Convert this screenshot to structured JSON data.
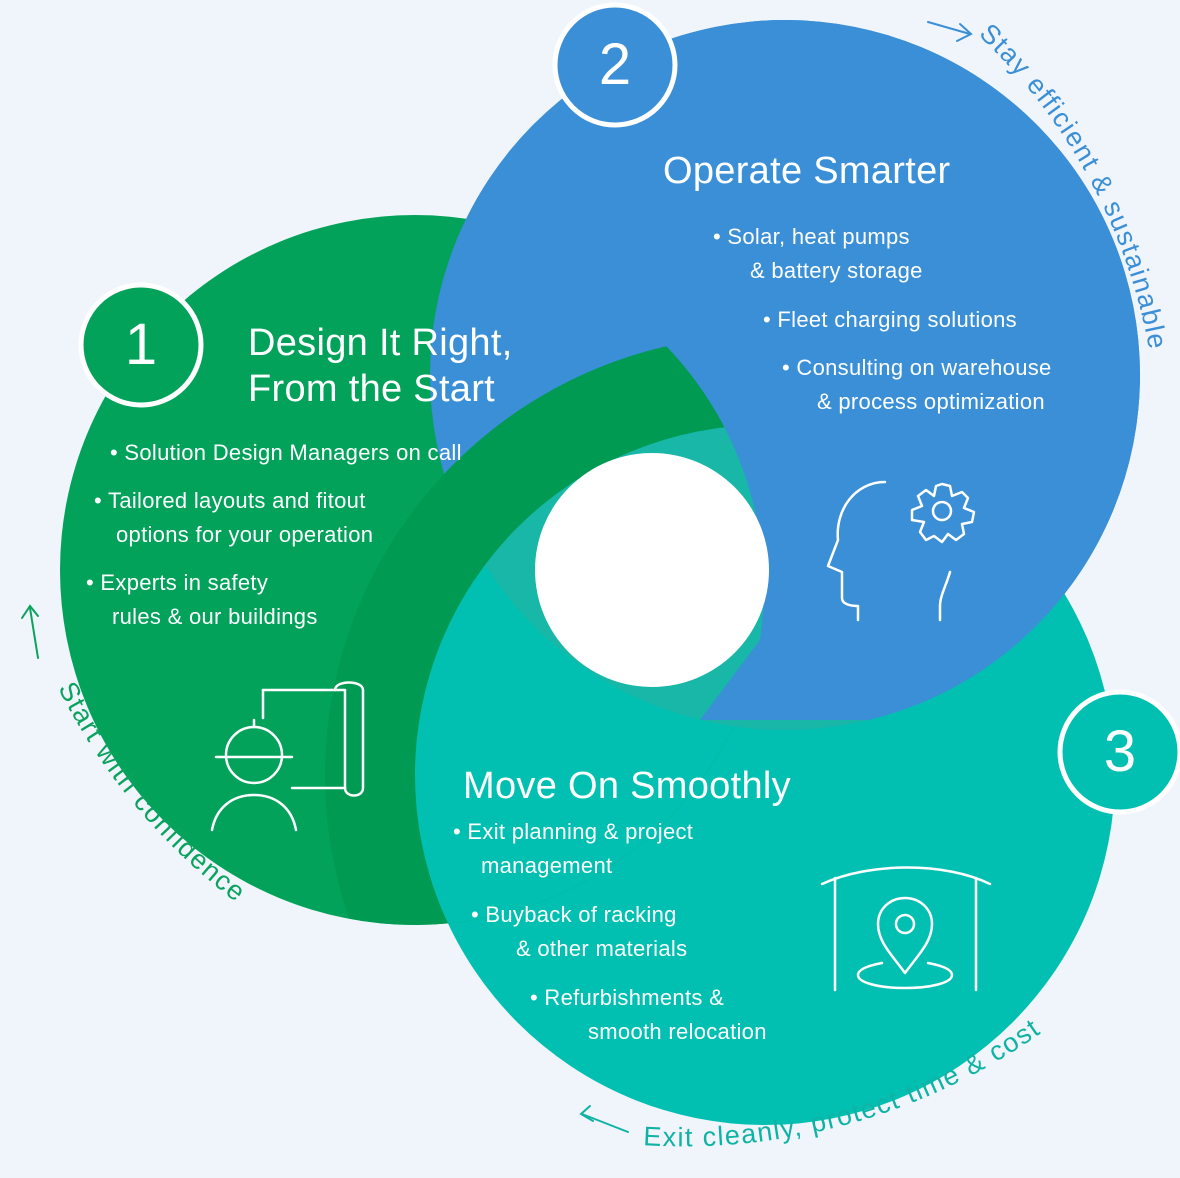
{
  "colors": {
    "background": "#f0f4fb",
    "green": "#02a25b",
    "green_dark": "#019a53",
    "blue": "#3a8fd7",
    "blue_dark": "#317fca",
    "teal": "#02c0b1",
    "teal_blend": "#18b7a7",
    "white": "#ffffff",
    "green_text": "#0aa35e",
    "blue_text": "#3a8fd7",
    "teal_text": "#0fb3a5"
  },
  "stages": [
    {
      "number": "1",
      "title_lines": [
        "Design It Right,",
        "From the Start"
      ],
      "bullets": [
        [
          "• Solution Design Managers on call"
        ],
        [
          "• Tailored layouts and fitout",
          "options for your operation"
        ],
        [
          "• Experts in safety",
          "rules & our buildings"
        ]
      ],
      "icon": "engineer-blueprint-icon",
      "caption": "Start with confidence"
    },
    {
      "number": "2",
      "title_lines": [
        "Operate Smarter"
      ],
      "bullets": [
        [
          "• Solar, heat pumps",
          "& battery storage"
        ],
        [
          "• Fleet charging solutions"
        ],
        [
          "• Consulting on warehouse",
          "& process optimization"
        ]
      ],
      "icon": "head-gear-icon",
      "caption": "Stay efficient & sustainable"
    },
    {
      "number": "3",
      "title_lines": [
        "Move On Smoothly"
      ],
      "bullets": [
        [
          "• Exit planning & project",
          "management"
        ],
        [
          "• Buyback of racking",
          "& other materials"
        ],
        [
          "• Refurbishments &",
          "smooth relocation"
        ]
      ],
      "icon": "warehouse-location-pin-icon",
      "caption": "Exit cleanly, protect time & cost"
    }
  ]
}
